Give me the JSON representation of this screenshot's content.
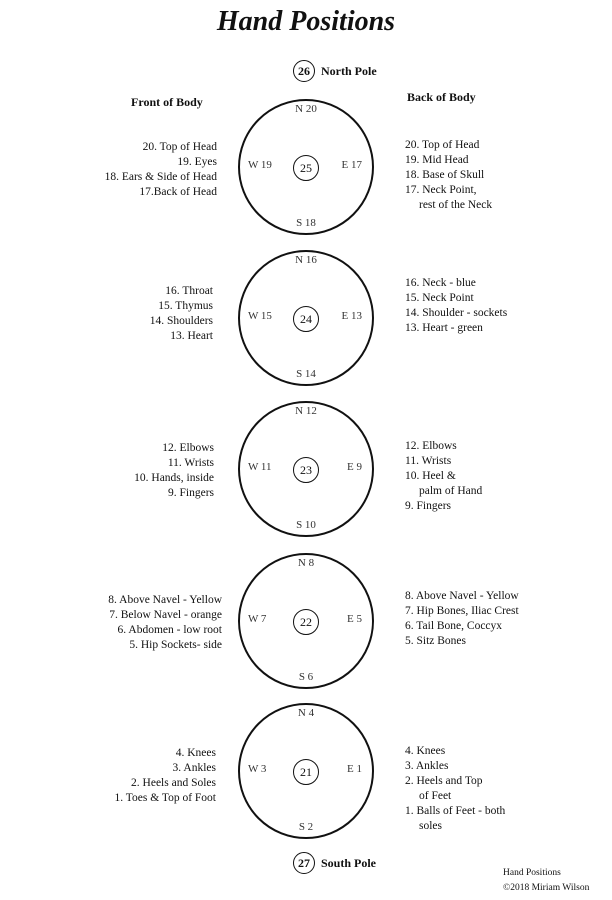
{
  "title": "Hand Positions",
  "headings": {
    "front": "Front of Body",
    "back": "Back of Body"
  },
  "poles": {
    "north": {
      "number": "26",
      "label": "North Pole"
    },
    "south": {
      "number": "27",
      "label": "South Pole"
    }
  },
  "circles": [
    {
      "center": "25",
      "n": "N 20",
      "s": "S 18",
      "w": "W 19",
      "e": "E 17",
      "front": [
        "20. Top of Head",
        "19. Eyes",
        "18. Ears & Side of Head",
        "17.Back of Head"
      ],
      "back": [
        "20. Top of Head",
        "19. Mid Head",
        "18. Base of Skull",
        "17. Neck Point,",
        "rest of the Neck"
      ]
    },
    {
      "center": "24",
      "n": "N 16",
      "s": "S 14",
      "w": "W 15",
      "e": "E 13",
      "front": [
        "16. Throat",
        "15. Thymus",
        "14. Shoulders",
        "13. Heart"
      ],
      "back": [
        "16. Neck - blue",
        "15. Neck Point",
        "14. Shoulder - sockets",
        "13. Heart - green"
      ]
    },
    {
      "center": "23",
      "n": "N 12",
      "s": "S 10",
      "w": "W 11",
      "e": "E 9",
      "front": [
        "12. Elbows",
        "11. Wrists",
        "10. Hands, inside",
        "9. Fingers"
      ],
      "back": [
        "12. Elbows",
        "11. Wrists",
        "10. Heel &",
        "palm of Hand",
        "9. Fingers"
      ]
    },
    {
      "center": "22",
      "n": "N 8",
      "s": "S 6",
      "w": "W 7",
      "e": "E 5",
      "front": [
        "8. Above Navel - Yellow",
        "7. Below Navel - orange",
        "6. Abdomen - low root",
        "5. Hip Sockets- side"
      ],
      "back": [
        "8. Above Navel - Yellow",
        "7. Hip Bones, Iliac Crest",
        "6. Tail Bone, Coccyx",
        "5. Sitz Bones"
      ]
    },
    {
      "center": "21",
      "n": "N 4",
      "s": "S 2",
      "w": "W 3",
      "e": "E 1",
      "front": [
        "4. Knees",
        "3. Ankles",
        "2. Heels and Soles",
        "1. Toes & Top of Foot"
      ],
      "back": [
        "4. Knees",
        "3. Ankles",
        "2. Heels and Top",
        "of Feet",
        "1. Balls of Feet - both",
        "soles"
      ]
    }
  ],
  "footer": {
    "line1": "Hand Positions",
    "line2": "©2018 Miriam Wilson"
  }
}
